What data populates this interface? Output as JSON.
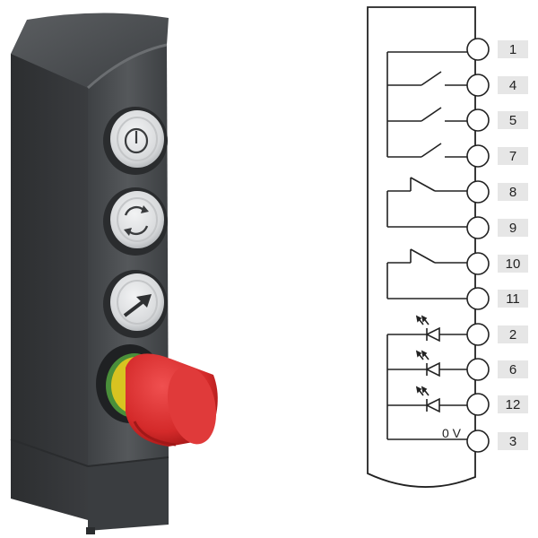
{
  "device": {
    "buttons": [
      {
        "icon": "power-icon"
      },
      {
        "icon": "rotate-arrows-icon"
      },
      {
        "icon": "arrow-up-right-icon"
      }
    ],
    "estop": {
      "icon": "emergency-stop-mushroom"
    },
    "colors": {
      "housing": "#4a4d50",
      "housing_dark": "#2f3133",
      "button_face": "#e3e5e6",
      "estop_red": "#d42a2a",
      "estop_ring_yellow": "#d8c321",
      "estop_ring_green": "#4a8f3a"
    }
  },
  "schematic": {
    "pins": [
      "1",
      "4",
      "5",
      "7",
      "8",
      "9",
      "10",
      "11",
      "2",
      "6",
      "12",
      "3"
    ],
    "voltage_label": "0 V",
    "contacts": [
      {
        "type": "no-group",
        "pins": [
          "1",
          "4",
          "5",
          "7"
        ]
      },
      {
        "type": "nc",
        "pins": [
          "8",
          "9"
        ]
      },
      {
        "type": "nc",
        "pins": [
          "10",
          "11"
        ]
      },
      {
        "type": "led-group",
        "pins": [
          "2",
          "6",
          "12",
          "3"
        ]
      }
    ],
    "colors": {
      "line": "#222222",
      "pin_label_bg": "#e6e6e6"
    }
  }
}
